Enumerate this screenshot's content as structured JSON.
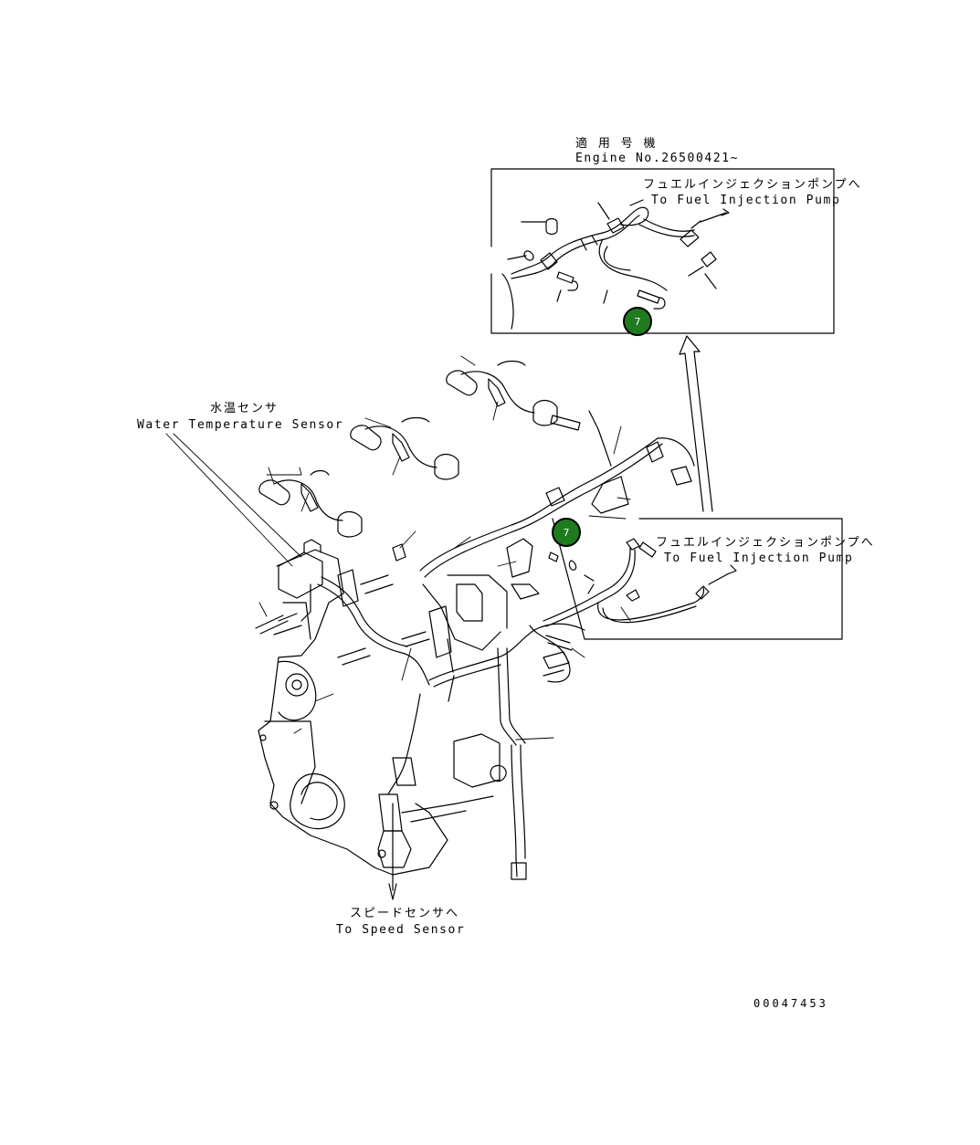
{
  "inset": {
    "applicable_jp": "適 用 号 機",
    "engine_no": "Engine No.26500421~",
    "fuel_pump_jp": "フュエルインジェクションポンプへ",
    "fuel_pump_en": "To Fuel Injection Pump",
    "callout": "7"
  },
  "main": {
    "water_temp_jp": "水温センサ",
    "water_temp_en": "Water Temperature Sensor",
    "fuel_pump_jp": "フュエルインジェクションポンプへ",
    "fuel_pump_en": "To Fuel Injection Pump",
    "speed_sensor_jp": "スピードセンサへ",
    "speed_sensor_en": "To Speed Sensor",
    "callout": "7"
  },
  "drawing_number": "00047453"
}
